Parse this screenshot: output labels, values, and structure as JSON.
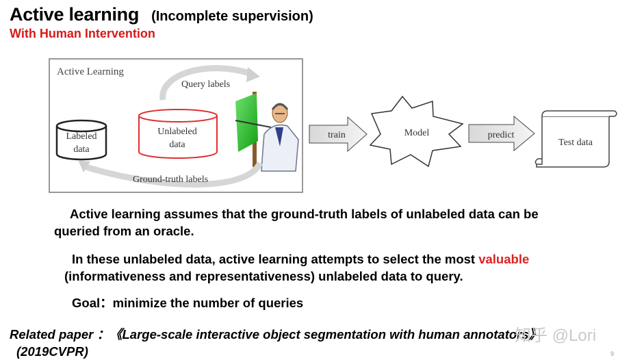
{
  "slide": {
    "title": "Active learning",
    "title_paren": "(Incomplete supervision)",
    "subtitle": "With Human Intervention",
    "page_number": "9"
  },
  "diagram": {
    "box_label": "Active Learning",
    "query_labels": "Query labels",
    "labeled_data": [
      "Labeled",
      "data"
    ],
    "unlabeled_data": [
      "Unlabeled",
      "data"
    ],
    "ground_truth": "Ground-truth labels",
    "train": "train",
    "model": "Model",
    "predict": "predict",
    "test_data": "Test data"
  },
  "body": {
    "p1_line1": "Active learning assumes that the ground-truth labels of unlabeled data can be",
    "p1_line2": "queried from an oracle.",
    "p2_line1_pre": "In these unlabeled data, active learning attempts to select the most ",
    "p2_line1_hl": "valuable",
    "p2_line2": "(informativeness and representativeness)   unlabeled data to query.",
    "goal": "Goal：minimize the number of queries"
  },
  "related": {
    "line1": "Related paper ：《Large-scale interactive object segmentation with human annotators》",
    "line2": "(2019CVPR)"
  },
  "watermark": "知乎 @Lori",
  "colors": {
    "subtitle": "#d61a1a",
    "highlight": "#e02020",
    "cylinder_red": "#e03030"
  }
}
